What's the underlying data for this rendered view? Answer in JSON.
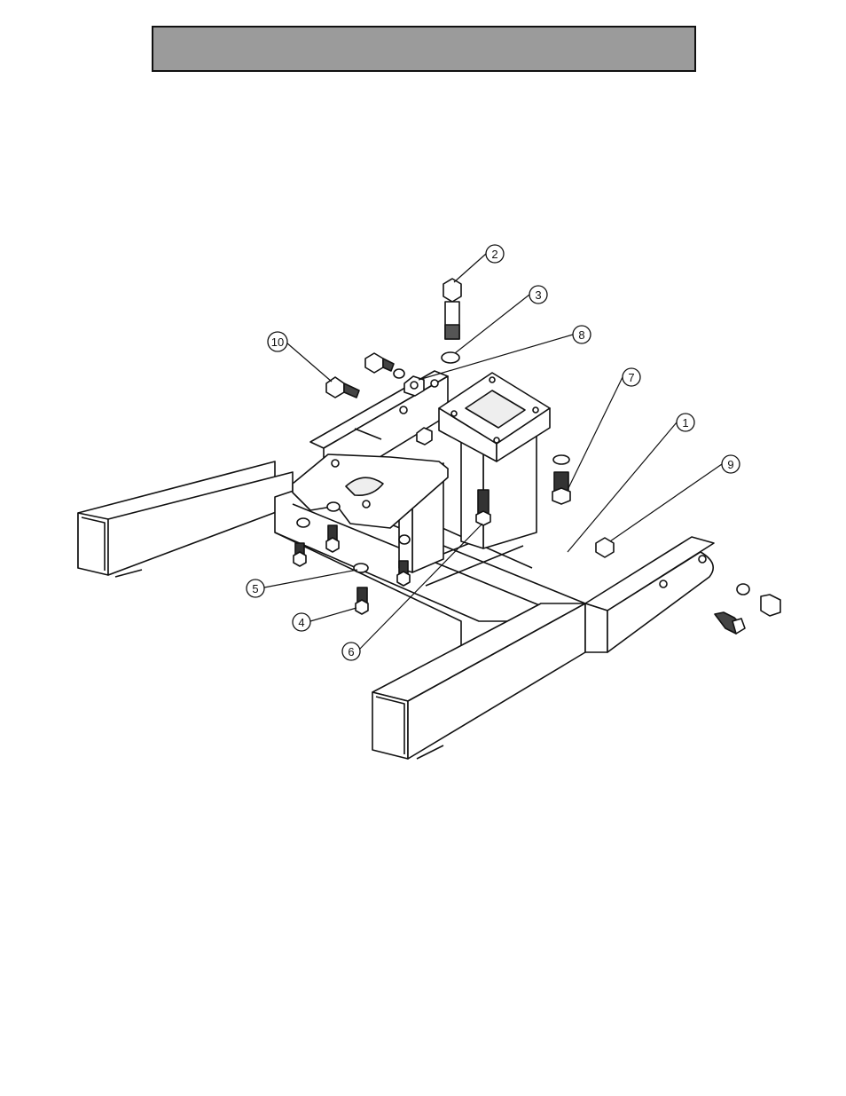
{
  "header": {
    "title": ""
  },
  "callouts": [
    {
      "number": "1"
    },
    {
      "number": "2"
    },
    {
      "number": "3"
    },
    {
      "number": "4"
    },
    {
      "number": "5"
    },
    {
      "number": "6"
    },
    {
      "number": "7"
    },
    {
      "number": "8"
    },
    {
      "number": "9"
    },
    {
      "number": "10"
    }
  ],
  "colors": {
    "header_bg": "#9b9b9b",
    "line": "#111111",
    "paper": "#ffffff"
  }
}
